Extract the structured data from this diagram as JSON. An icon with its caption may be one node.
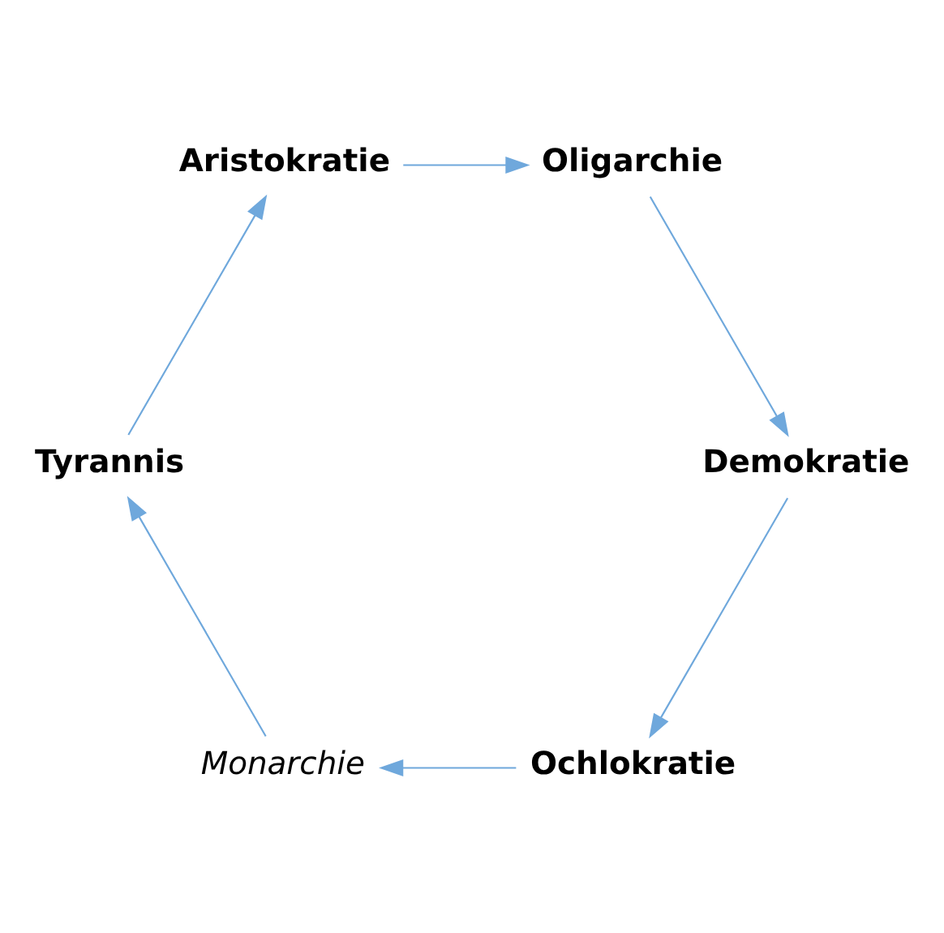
{
  "diagram": {
    "nodes": [
      {
        "text": [
          "Ochlokratie"
        ]
      },
      {
        "text": [
          "Monarchie"
        ]
      },
      {
        "text": [
          "Demokratie"
        ]
      },
      {
        "text": [
          "Tyrannis"
        ]
      },
      {
        "text": [
          "Oligarchie"
        ]
      },
      {
        "text": [
          "Aristokratie"
        ]
      }
    ],
    "edges": [
      {
        "from": 0,
        "to": 1,
        "arrow": "to"
      },
      {
        "from": 1,
        "to": 3,
        "arrow": "to"
      },
      {
        "from": 3,
        "to": 5,
        "arrow": "to"
      },
      {
        "from": 5,
        "to": 4,
        "arrow": "to"
      },
      {
        "from": 4,
        "to": 2,
        "arrow": "to"
      },
      {
        "from": 2,
        "to": 0,
        "arrow": "to"
      }
    ]
  }
}
